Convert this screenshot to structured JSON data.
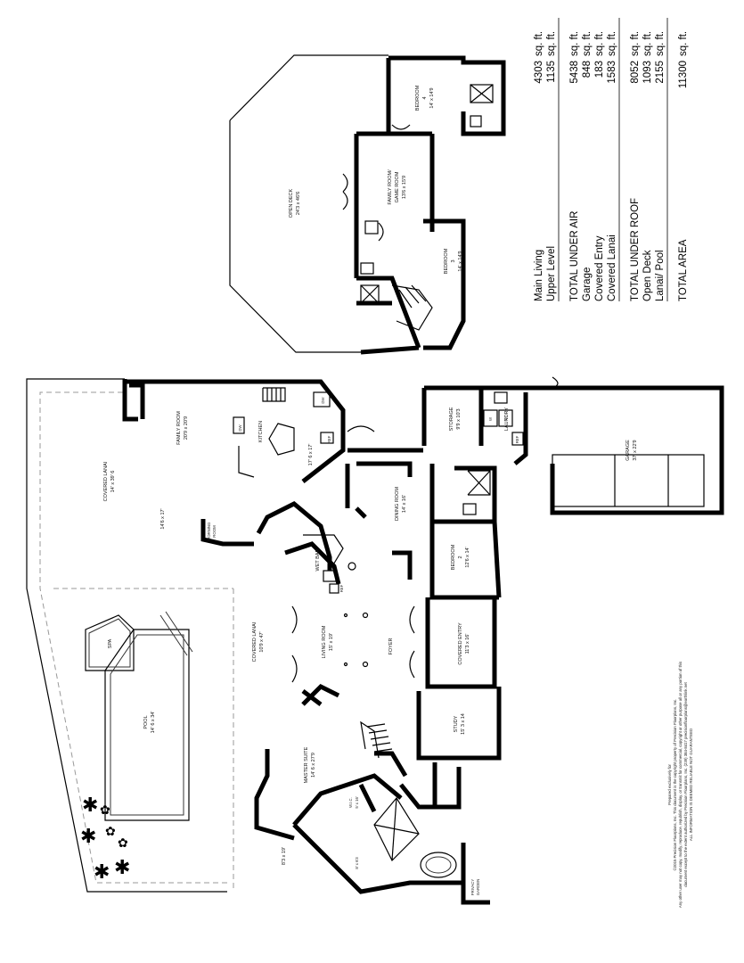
{
  "rooms": {
    "open_deck": {
      "name": "OPEN DECK",
      "dim": "24'3 x 46'6"
    },
    "bedroom4": {
      "name": "BEDROOM",
      "num": "4",
      "dim": "14' x 14'9"
    },
    "family_game": {
      "name": "FAMILY ROOM/",
      "name2": "GAME ROOM",
      "dim": "13'6 x 15'9"
    },
    "bedroom3": {
      "name": "BEDROOM",
      "num": "3",
      "dim": "14' x 14'9"
    },
    "covered_lanai_main": {
      "name": "COVERED LANAI",
      "dim": "14' x 39' 6"
    },
    "family_room": {
      "name": "FAMILY ROOM",
      "dim": "20'9 x 20'9"
    },
    "kitchen": {
      "name": "KITCHEN",
      "dim": "17' 6 x 17'"
    },
    "morning_room": {
      "name": "MORNING",
      "name2": "ROOM",
      "dim": "14'6 x 17'"
    },
    "wet_bar": {
      "name": "WET BAR"
    },
    "dining_room": {
      "name": "DINING ROOM",
      "dim": "14' x 16'"
    },
    "storage": {
      "name": "STORAGE",
      "dim": "9'9 x 10'3"
    },
    "laundry": {
      "name": "LAUNDRY"
    },
    "garage": {
      "name": "GARAGE",
      "dim": "37' x 22'9"
    },
    "bedroom2": {
      "name": "BEDROOM",
      "num": "2",
      "dim": "12'6 x 14'"
    },
    "covered_lanai_small": {
      "name": "COVERED LANAI",
      "dim": "10'9 x 47'"
    },
    "living_room": {
      "name": "LIVING ROOM",
      "dim": "15' x 19'"
    },
    "foyer": {
      "name": "FOYER"
    },
    "covered_entry": {
      "name": "COVERED ENTRY",
      "dim": "11'3 x 16'"
    },
    "spa": {
      "name": "SPA"
    },
    "pool": {
      "name": "POOL",
      "dim": "14' 6 x 34'"
    },
    "study": {
      "name": "STUDY",
      "dim": "15' 3 x 14"
    },
    "master_suite": {
      "name": "MASTER SUITE",
      "dim": "14' 6 x 27'9"
    },
    "wic": {
      "name": "W.I.C.",
      "dim": "5' x 16'"
    },
    "master_bath": {
      "dim": "8' x 6'3"
    },
    "master_sitting": {
      "dim": "8'3 x 19'"
    },
    "privacy_garden": {
      "name": "PRIVACY",
      "name2": "GARDEN"
    }
  },
  "appliances": {
    "dw": "DW",
    "ref": "REF",
    "dw2": "DW",
    "ref2": "REF",
    "wm": "W",
    "dry": "D",
    "ref3": "REF"
  },
  "areas": {
    "group1": [
      {
        "label": "Main Living",
        "value": "4303",
        "unit": "sq. ft."
      },
      {
        "label": "Upper Level",
        "value": "1135",
        "unit": "sq. ft."
      }
    ],
    "group2": [
      {
        "label": "TOTAL UNDER AIR",
        "value": "5438",
        "unit": "sq. ft."
      },
      {
        "label": "Garage",
        "value": "848",
        "unit": "sq. ft."
      },
      {
        "label": "Covered Entry",
        "value": "183",
        "unit": "sq. ft."
      },
      {
        "label": "Covered Lanai",
        "value": "1583",
        "unit": "sq. ft."
      }
    ],
    "group3": [
      {
        "label": "TOTAL UNDER ROOF",
        "value": "8052",
        "unit": "sq. ft."
      },
      {
        "label": "Open Deck",
        "value": "1093",
        "unit": "sq. ft."
      },
      {
        "label": "Lanai/ Pool",
        "value": "2155",
        "unit": "sq. ft."
      }
    ],
    "group4": [
      {
        "label": "TOTAL AREA",
        "value": "11300",
        "unit": "sq. ft."
      }
    ]
  },
  "credits": {
    "line1": "Prepared exclusively for",
    "line2": "©2015 Precision Floorplans, Inc. This document is the copyright property of Precision Floorplans, Inc.",
    "line3": "Any other user may not copy, modify, reproduce, republish, display, or transmit for commercial, copyright or other purpose all or any portion of this",
    "line4": "document except to the extent authorized by Precision Floorplans, Inc. (239) 384-8417 precisionfloorplans@earthlink.net",
    "line5": "ALL INFORMATION IS DEEMED RELIABLE NOT GUARANTEED"
  }
}
